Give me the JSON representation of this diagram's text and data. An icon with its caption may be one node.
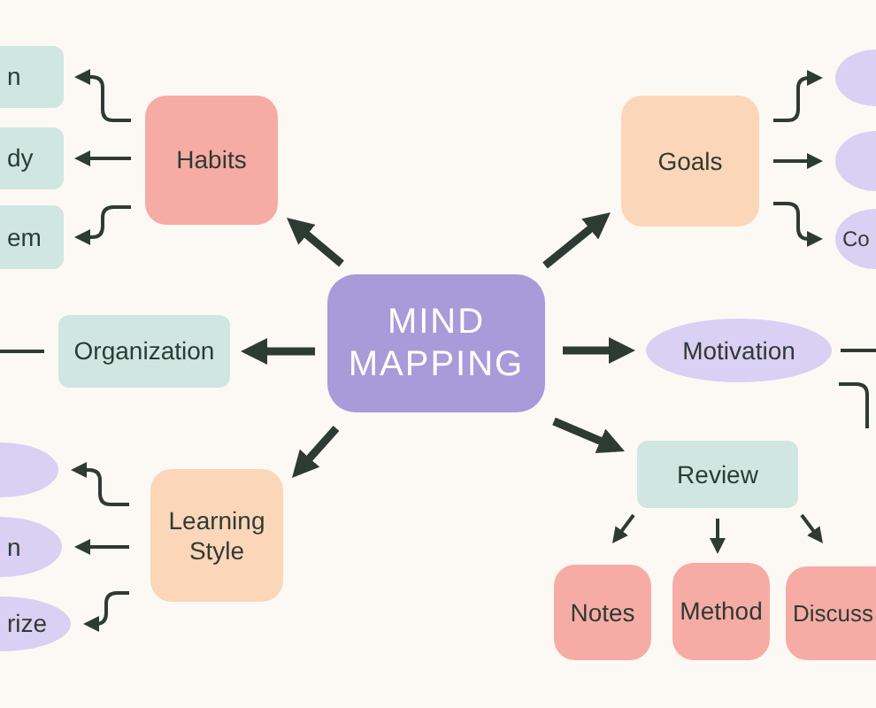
{
  "diagram": {
    "nodes": [
      {
        "text": [
          "MIND MAPPING"
        ]
      },
      {
        "text": [
          "Habits"
        ]
      },
      {
        "text": [
          "n"
        ]
      },
      {
        "text": [
          "dy"
        ]
      },
      {
        "text": [
          "em"
        ]
      },
      {
        "text": [
          "Goals"
        ]
      },
      {
        "text": [],
        "shape": "ellipse"
      },
      {
        "text": [],
        "shape": "ellipse"
      },
      {
        "text": [
          "Co"
        ]
      },
      {
        "text": [
          "Organization"
        ]
      },
      {
        "text": [
          "Motivation"
        ]
      },
      {
        "text": [
          "Review"
        ]
      },
      {
        "text": [
          "Notes"
        ]
      },
      {
        "text": [
          "Method"
        ]
      },
      {
        "text": [
          "Discuss"
        ]
      },
      {
        "text": [
          "Learning Style"
        ]
      },
      {
        "text": [],
        "shape": "ellipse"
      },
      {
        "text": [
          "n"
        ]
      },
      {
        "text": [
          "rize"
        ]
      }
    ],
    "edges": [
      {
        "from": 0,
        "to": 1,
        "arrow": "to",
        "style": "thick"
      },
      {
        "from": 0,
        "to": 5,
        "arrow": "to",
        "style": "thick"
      },
      {
        "from": 0,
        "to": 9,
        "arrow": "to",
        "style": "thick"
      },
      {
        "from": 0,
        "to": 10,
        "arrow": "to",
        "style": "thick"
      },
      {
        "from": 0,
        "to": 15,
        "arrow": "to",
        "style": "thick"
      },
      {
        "from": 0,
        "to": 11,
        "arrow": "to",
        "style": "thick"
      },
      {
        "from": 1,
        "to": 2,
        "arrow": "to"
      },
      {
        "from": 1,
        "to": 3,
        "arrow": "to"
      },
      {
        "from": 1,
        "to": 4,
        "arrow": "to"
      },
      {
        "from": 5,
        "to": 6,
        "arrow": "to"
      },
      {
        "from": 5,
        "to": 7,
        "arrow": "to"
      },
      {
        "from": 5,
        "to": 8,
        "arrow": "to"
      },
      {
        "from": 9,
        "to": null,
        "arrow": "none"
      },
      {
        "from": 10,
        "to": null,
        "arrow": "none"
      },
      {
        "from": 10,
        "to": null,
        "arrow": "none"
      },
      {
        "from": 11,
        "to": 12,
        "arrow": "to"
      },
      {
        "from": 11,
        "to": 13,
        "arrow": "to"
      },
      {
        "from": 11,
        "to": 14,
        "arrow": "to"
      },
      {
        "from": 15,
        "to": 16,
        "arrow": "to"
      },
      {
        "from": 15,
        "to": 17,
        "arrow": "to"
      },
      {
        "from": 15,
        "to": 18,
        "arrow": "to"
      }
    ]
  }
}
